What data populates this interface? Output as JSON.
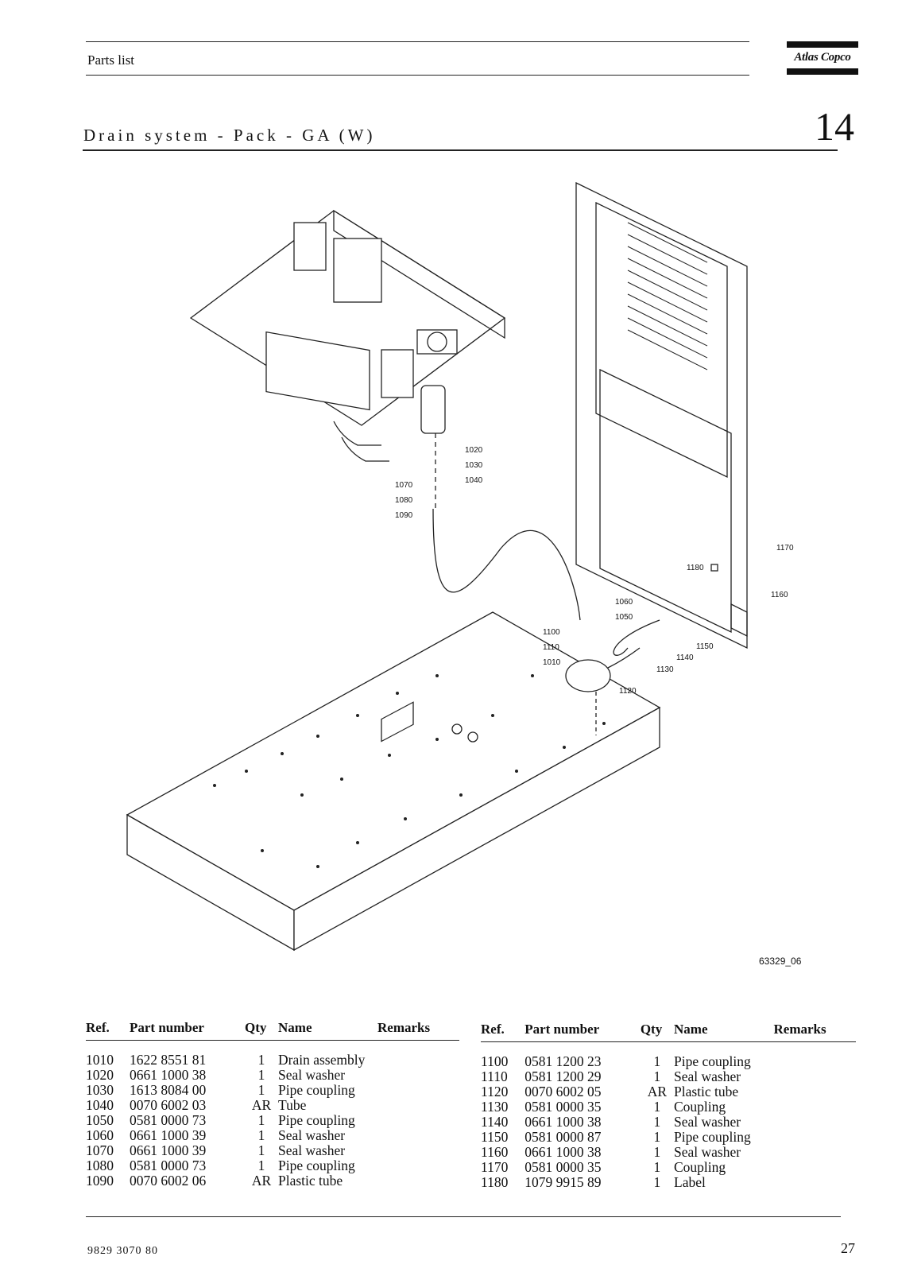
{
  "header": {
    "title": "Parts list",
    "logo_text": "Atlas Copco"
  },
  "section": {
    "title": "Drain system - Pack - GA (W)",
    "number": "14"
  },
  "figure": {
    "code": "63329_06",
    "callouts": [
      "1020",
      "1030",
      "1040",
      "1070",
      "1080",
      "1090",
      "1170",
      "1180",
      "1160",
      "1060",
      "1050",
      "1150",
      "1140",
      "1130",
      "1100",
      "1110",
      "1010",
      "1120"
    ]
  },
  "columns": {
    "ref": "Ref.",
    "part_number": "Part number",
    "qty": "Qty",
    "name": "Name",
    "remarks": "Remarks"
  },
  "parts_left": [
    {
      "ref": "1010",
      "pn": "1622 8551 81",
      "qty": "1",
      "name": "Drain assembly"
    },
    {
      "ref": "1020",
      "pn": "0661 1000 38",
      "qty": "1",
      "name": "Seal washer"
    },
    {
      "ref": "1030",
      "pn": "1613 8084 00",
      "qty": "1",
      "name": "Pipe coupling"
    },
    {
      "ref": "1040",
      "pn": "0070 6002 03",
      "qty": "AR",
      "name": "Tube"
    },
    {
      "ref": "1050",
      "pn": "0581 0000 73",
      "qty": "1",
      "name": "Pipe coupling"
    },
    {
      "ref": "1060",
      "pn": "0661 1000 39",
      "qty": "1",
      "name": "Seal washer"
    },
    {
      "ref": "1070",
      "pn": "0661 1000 39",
      "qty": "1",
      "name": "Seal washer"
    },
    {
      "ref": "1080",
      "pn": "0581 0000 73",
      "qty": "1",
      "name": "Pipe coupling"
    },
    {
      "ref": "1090",
      "pn": "0070 6002 06",
      "qty": "AR",
      "name": "Plastic tube"
    }
  ],
  "parts_right": [
    {
      "ref": "1100",
      "pn": "0581 1200 23",
      "qty": "1",
      "name": "Pipe coupling"
    },
    {
      "ref": "1110",
      "pn": "0581 1200 29",
      "qty": "1",
      "name": "Seal washer"
    },
    {
      "ref": "1120",
      "pn": "0070 6002 05",
      "qty": "AR",
      "name": "Plastic tube"
    },
    {
      "ref": "1130",
      "pn": "0581 0000 35",
      "qty": "1",
      "name": "Coupling"
    },
    {
      "ref": "1140",
      "pn": "0661 1000 38",
      "qty": "1",
      "name": "Seal washer"
    },
    {
      "ref": "1150",
      "pn": "0581 0000 87",
      "qty": "1",
      "name": "Pipe coupling"
    },
    {
      "ref": "1160",
      "pn": "0661 1000 38",
      "qty": "1",
      "name": "Seal washer"
    },
    {
      "ref": "1170",
      "pn": "0581 0000 35",
      "qty": "1",
      "name": "Coupling"
    },
    {
      "ref": "1180",
      "pn": "1079 9915 89",
      "qty": "1",
      "name": "Label"
    }
  ],
  "footer": {
    "doc_number": "9829 3070 80",
    "page": "27"
  }
}
